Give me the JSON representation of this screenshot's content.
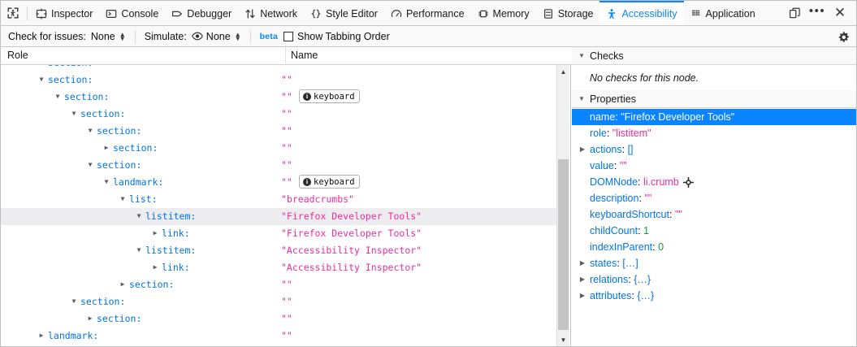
{
  "toolbar": {
    "picker_icon": "accessibility-picker-icon",
    "tabs": [
      {
        "label": "Inspector",
        "icon": "inspector-icon",
        "selected": false
      },
      {
        "label": "Console",
        "icon": "console-icon",
        "selected": false
      },
      {
        "label": "Debugger",
        "icon": "debugger-icon",
        "selected": false
      },
      {
        "label": "Network",
        "icon": "network-icon",
        "selected": false
      },
      {
        "label": "Style Editor",
        "icon": "style-editor-icon",
        "selected": false
      },
      {
        "label": "Performance",
        "icon": "performance-icon",
        "selected": false
      },
      {
        "label": "Memory",
        "icon": "memory-icon",
        "selected": false
      },
      {
        "label": "Storage",
        "icon": "storage-icon",
        "selected": false
      },
      {
        "label": "Accessibility",
        "icon": "accessibility-icon",
        "selected": true
      },
      {
        "label": "Application",
        "icon": "application-icon",
        "selected": false
      }
    ],
    "right_buttons": [
      {
        "name": "dock-toggle-button",
        "icon": "dock-icon"
      },
      {
        "name": "devtools-menu-button",
        "icon": "meatball-menu-icon"
      },
      {
        "name": "close-devtools-button",
        "icon": "close-icon"
      }
    ],
    "accent_color": "#0a84ff"
  },
  "subtoolbar": {
    "check_label": "Check for issues:",
    "check_value": "None",
    "simulate_label": "Simulate:",
    "simulate_value": "None",
    "simulate_icon": "eye-icon",
    "beta_tag": "beta",
    "tabbing_order_label": "Show Tabbing Order",
    "tabbing_order_checked": false,
    "settings_icon": "gear-icon"
  },
  "columns": {
    "role": "Role",
    "name": "Name"
  },
  "tree": {
    "rows": [
      {
        "depth": 2,
        "twisty": "open",
        "role": "section:",
        "name": "\"\"",
        "badge": null,
        "selected": false,
        "clipped": true
      },
      {
        "depth": 2,
        "twisty": "open",
        "role": "section:",
        "name": "\"\"",
        "badge": null,
        "selected": false
      },
      {
        "depth": 3,
        "twisty": "open",
        "role": "section:",
        "name": "\"\"",
        "badge": "keyboard",
        "selected": false
      },
      {
        "depth": 4,
        "twisty": "open",
        "role": "section:",
        "name": "\"\"",
        "badge": null,
        "selected": false
      },
      {
        "depth": 5,
        "twisty": "open",
        "role": "section:",
        "name": "\"\"",
        "badge": null,
        "selected": false
      },
      {
        "depth": 6,
        "twisty": "closed",
        "role": "section:",
        "name": "\"\"",
        "badge": null,
        "selected": false
      },
      {
        "depth": 5,
        "twisty": "open",
        "role": "section:",
        "name": "\"\"",
        "badge": null,
        "selected": false
      },
      {
        "depth": 6,
        "twisty": "open",
        "role": "landmark:",
        "name": "\"\"",
        "badge": "keyboard",
        "selected": false
      },
      {
        "depth": 7,
        "twisty": "open",
        "role": "list:",
        "name": "\"breadcrumbs\"",
        "badge": null,
        "selected": false
      },
      {
        "depth": 8,
        "twisty": "open",
        "role": "listitem:",
        "name": "\"Firefox Developer Tools\"",
        "badge": null,
        "selected": true
      },
      {
        "depth": 9,
        "twisty": "closed",
        "role": "link:",
        "name": "\"Firefox Developer Tools\"",
        "badge": null,
        "selected": false
      },
      {
        "depth": 8,
        "twisty": "open",
        "role": "listitem:",
        "name": "\"Accessibility Inspector\"",
        "badge": null,
        "selected": false
      },
      {
        "depth": 9,
        "twisty": "closed",
        "role": "link:",
        "name": "\"Accessibility Inspector\"",
        "badge": null,
        "selected": false
      },
      {
        "depth": 7,
        "twisty": "closed",
        "role": "section:",
        "name": "\"\"",
        "badge": null,
        "selected": false
      },
      {
        "depth": 4,
        "twisty": "open",
        "role": "section:",
        "name": "\"\"",
        "badge": null,
        "selected": false
      },
      {
        "depth": 5,
        "twisty": "closed",
        "role": "section:",
        "name": "\"\"",
        "badge": null,
        "selected": false
      },
      {
        "depth": 2,
        "twisty": "closed",
        "role": "landmark:",
        "name": "\"\"",
        "badge": null,
        "selected": false
      }
    ],
    "scrollbar": {
      "up_icon": "chevron-up-icon",
      "down_icon": "chevron-down-icon"
    }
  },
  "sidebar": {
    "checks": {
      "title": "Checks",
      "empty_text": "No checks for this node."
    },
    "properties": {
      "title": "Properties",
      "rows": [
        {
          "key": "name",
          "value": "\"Firefox Developer Tools\"",
          "kind": "str",
          "expandable": false,
          "selected": true
        },
        {
          "key": "role",
          "value": "\"listitem\"",
          "kind": "str",
          "expandable": false,
          "selected": false
        },
        {
          "key": "actions",
          "value": "[]",
          "kind": "plain",
          "expandable": true,
          "selected": false
        },
        {
          "key": "value",
          "value": "\"\"",
          "kind": "str",
          "expandable": false,
          "selected": false
        },
        {
          "key": "DOMNode",
          "value": "li.crumb",
          "kind": "node",
          "expandable": false,
          "selected": false,
          "inspect_icon": "inspect-target-icon"
        },
        {
          "key": "description",
          "value": "\"\"",
          "kind": "str",
          "expandable": false,
          "selected": false
        },
        {
          "key": "keyboardShortcut",
          "value": "\"\"",
          "kind": "str",
          "expandable": false,
          "selected": false
        },
        {
          "key": "childCount",
          "value": "1",
          "kind": "num",
          "expandable": false,
          "selected": false
        },
        {
          "key": "indexInParent",
          "value": "0",
          "kind": "num",
          "expandable": false,
          "selected": false
        },
        {
          "key": "states",
          "value": "[…]",
          "kind": "plain",
          "expandable": true,
          "selected": false
        },
        {
          "key": "relations",
          "value": "{…}",
          "kind": "plain",
          "expandable": true,
          "selected": false
        },
        {
          "key": "attributes",
          "value": "{…}",
          "kind": "plain",
          "expandable": true,
          "selected": false
        }
      ]
    }
  }
}
